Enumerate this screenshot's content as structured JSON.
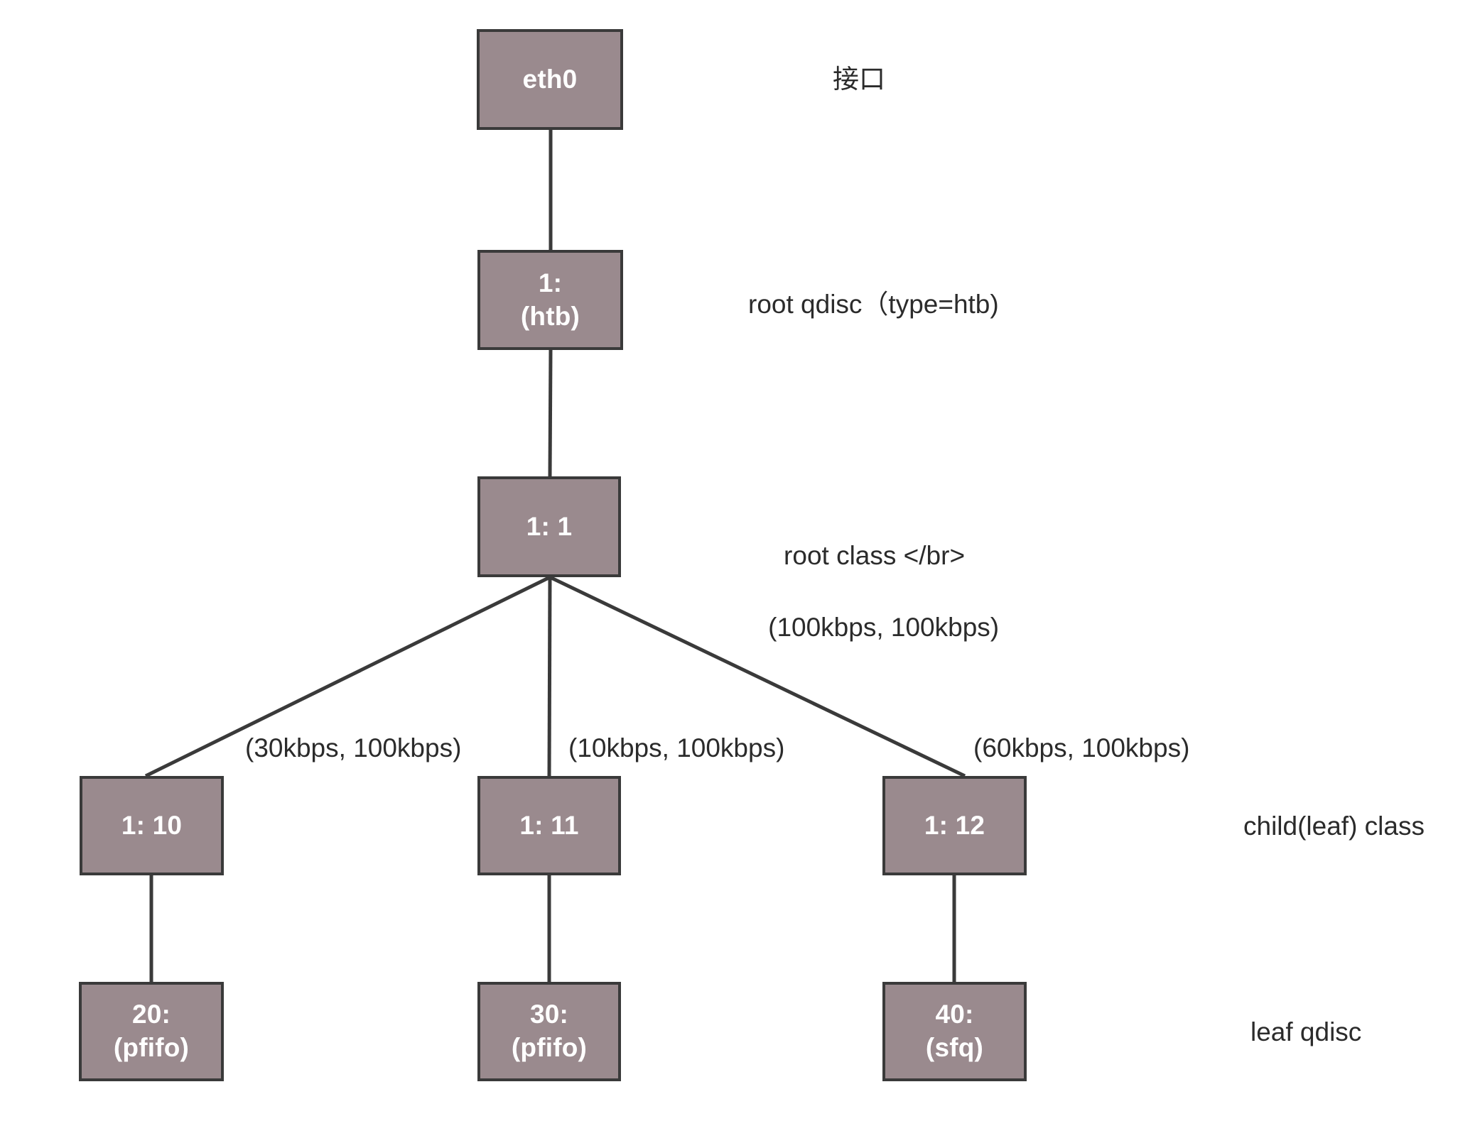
{
  "diagram": {
    "title": "Linux tc HTB qdisc/class hierarchy",
    "colors": {
      "node_fill": "#9a8a8e",
      "node_border": "#3a3a3a",
      "node_text": "#ffffff",
      "label_text": "#2b2b2b",
      "background": "#ffffff",
      "edge": "#3a3a3a"
    },
    "nodes": {
      "interface": {
        "line1": "eth0",
        "line2": ""
      },
      "root_qdisc": {
        "line1": "1:",
        "line2": "(htb)"
      },
      "root_class": {
        "line1": "1: 1",
        "line2": ""
      },
      "child_class_1": {
        "line1": "1: 10",
        "line2": ""
      },
      "child_class_2": {
        "line1": "1: 11",
        "line2": ""
      },
      "child_class_3": {
        "line1": "1: 12",
        "line2": ""
      },
      "leaf_qdisc_1": {
        "line1": "20:",
        "line2": "(pfifo)"
      },
      "leaf_qdisc_2": {
        "line1": "30:",
        "line2": "(pfifo)"
      },
      "leaf_qdisc_3": {
        "line1": "40:",
        "line2": "(sfq)"
      }
    },
    "edge_labels": {
      "to_child_1": "(30kbps, 100kbps)",
      "to_child_2": "(10kbps, 100kbps)",
      "to_child_3": "(60kbps, 100kbps)"
    },
    "side_labels": {
      "interface": "接口",
      "root_qdisc": "root qdisc（type=htb)",
      "root_class_line1": "root class </br>",
      "root_class_line2": "(100kbps, 100kbps)",
      "child_class": "child(leaf) class",
      "leaf_qdisc": "leaf qdisc"
    }
  }
}
